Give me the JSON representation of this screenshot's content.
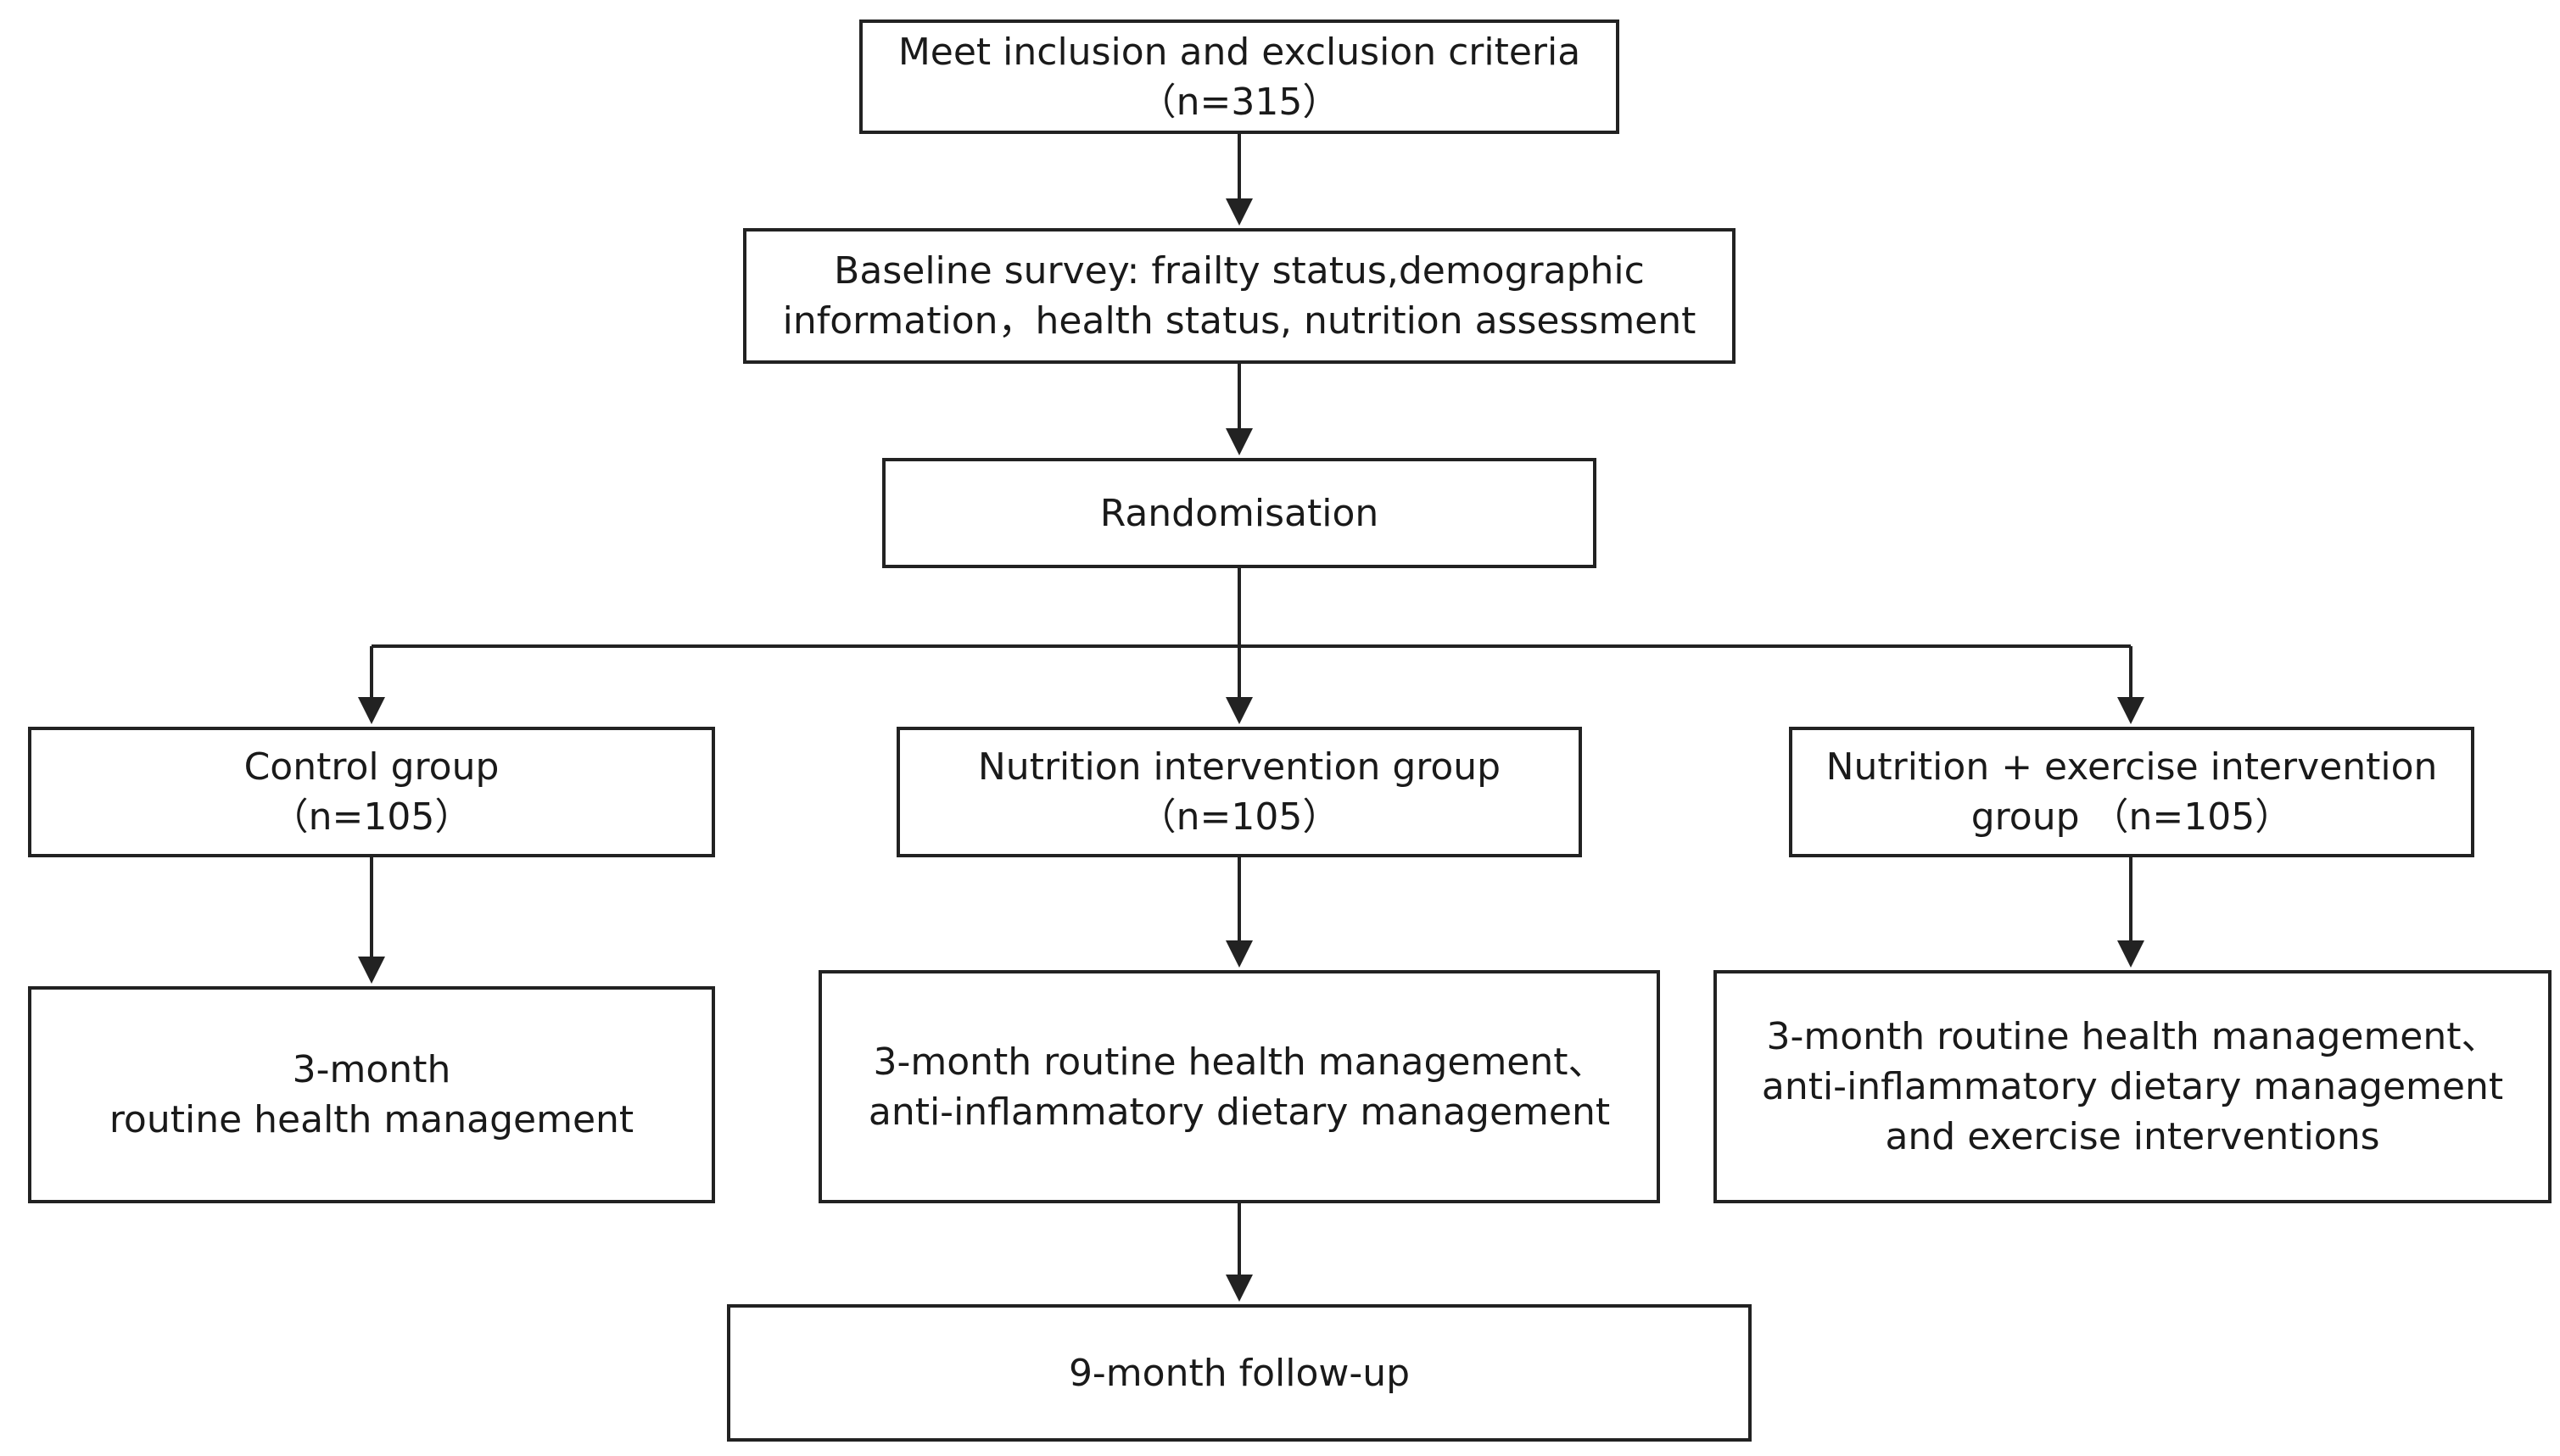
{
  "flowchart": {
    "inclusion": {
      "line1": "Meet inclusion and exclusion criteria",
      "line2": "（n=315）"
    },
    "baseline": {
      "line1": "Baseline survey: frailty status,demographic",
      "line2": "information，health status, nutrition assessment"
    },
    "randomisation": {
      "label": "Randomisation"
    },
    "control_group": {
      "line1": "Control group",
      "line2": "（n=105）"
    },
    "nutrition_group": {
      "line1": "Nutrition intervention group",
      "line2": "（n=105）"
    },
    "exercise_group": {
      "line1": "Nutrition + exercise intervention",
      "line2": "group （n=105）"
    },
    "control_intervention": {
      "line1": "3-month",
      "line2": "routine health management"
    },
    "nutrition_intervention": {
      "line1": "3-month routine health management、",
      "line2": "anti-inflammatory dietary management"
    },
    "exercise_intervention": {
      "line1": "3-month routine health management、",
      "line2": "anti-inflammatory dietary management",
      "line3": "and exercise interventions"
    },
    "followup": {
      "label": "9-month follow-up"
    }
  },
  "colors": {
    "stroke": "#222222",
    "background": "#ffffff",
    "text": "#1a1a1a"
  }
}
